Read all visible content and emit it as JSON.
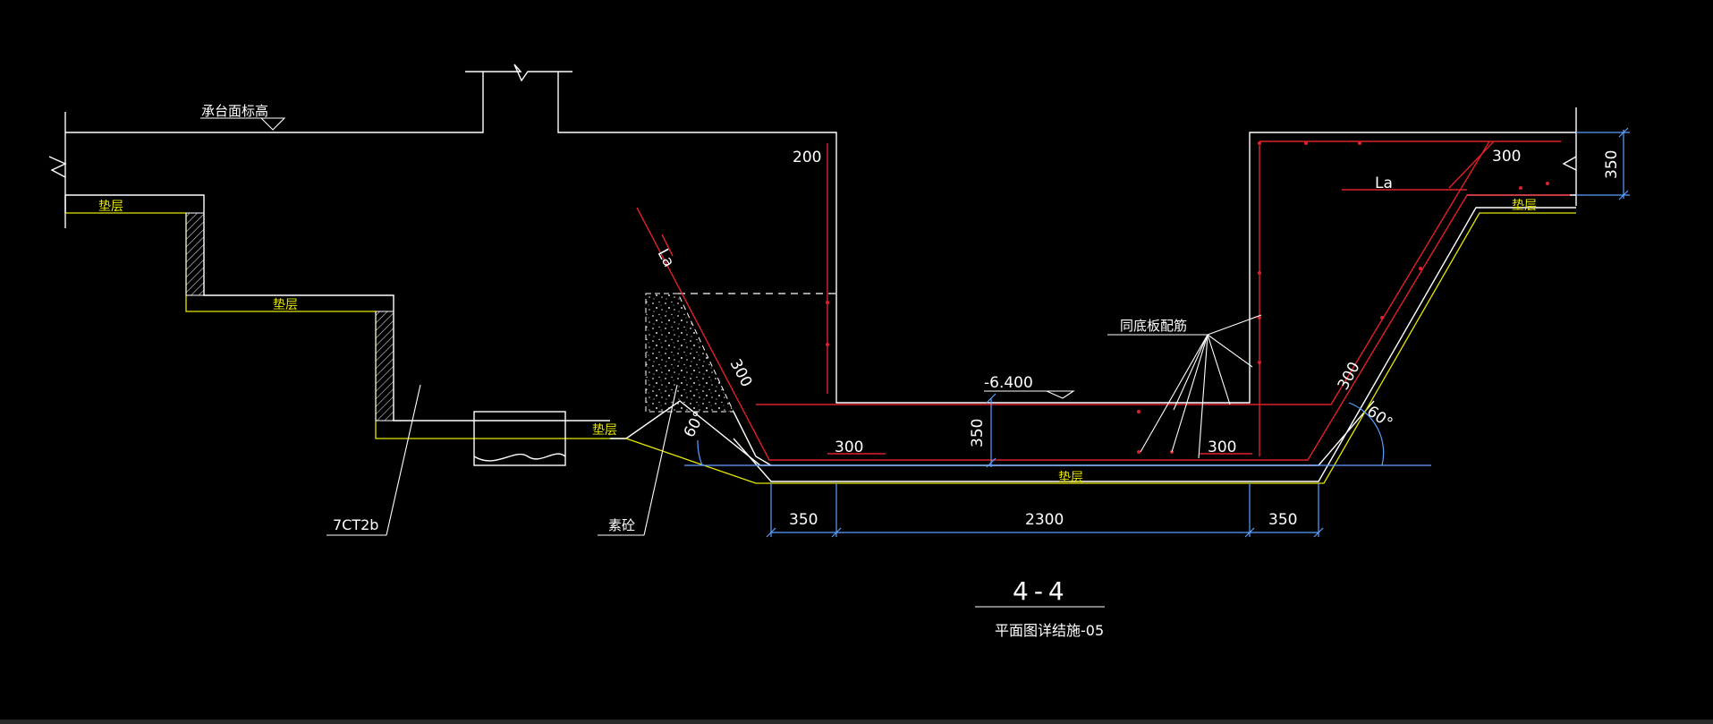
{
  "drawing": {
    "section_title": "4-4",
    "section_subtitle": "平面图详结施-05",
    "labels": {
      "cap_elevation": "承台面标高",
      "cushion": "垫层",
      "pile": "7CT2b",
      "plain_concrete": "素砼",
      "same_as_bottom_rebar": "同底板配筋",
      "elevation": "-6.400",
      "anchor_left": "La",
      "anchor_right": "La"
    },
    "dimensions": {
      "d200": "200",
      "d300_top_right": "300",
      "d350_right": "350",
      "d300_slope_left": "300",
      "d300_slope_right": "300",
      "d300_bottom_left": "300",
      "d300_bottom_right": "300",
      "d350_pit_depth": "350",
      "angle_left": "60°",
      "angle_right": "60°",
      "span_left": "350",
      "span_mid": "2300",
      "span_right": "350"
    },
    "colors": {
      "background": "#000000",
      "outline": "#ffffff",
      "rebar": "#e0202a",
      "cushion": "#e8e800",
      "dimension": "#5aa0ff"
    }
  }
}
